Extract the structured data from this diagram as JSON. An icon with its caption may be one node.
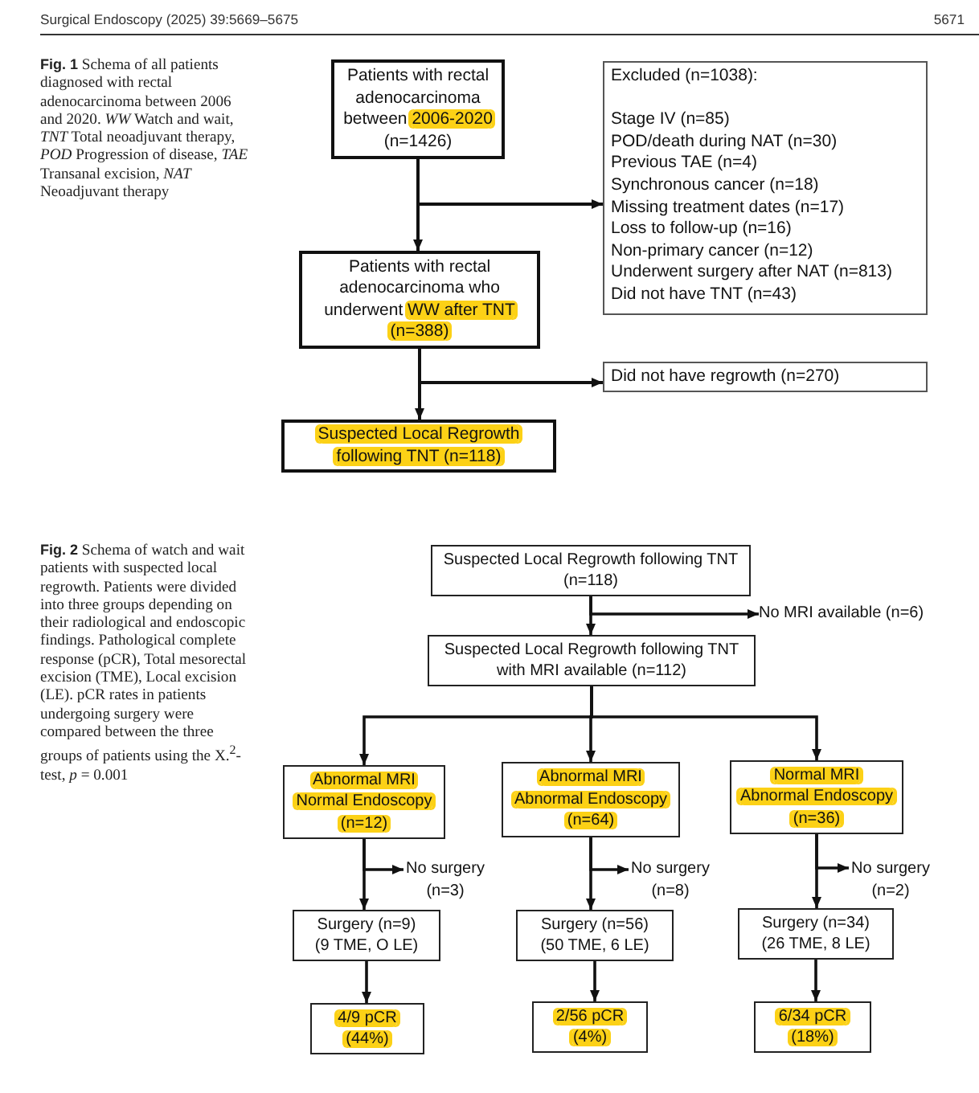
{
  "diagram": {
    "nodes": [
      {
        "text": [
          "Patients with rectal adenocarcinoma between 2006-2020 (n=1426)"
        ]
      },
      {
        "text": [
          "Excluded (n=1038):",
          "Stage IV (n=85)",
          "POD/death during NAT (n=30)",
          "Previous TAE (n=4)",
          "Synchronous cancer (n=18)",
          "Missing treatment dates (n=17)",
          "Loss to follow-up (n=16)",
          "Non-primary cancer (n=12)",
          "Underwent surgery after NAT (n=813)",
          "Did not have TNT (n=43)"
        ]
      },
      {
        "text": [
          "Patients with rectal adenocarcinoma who underwent WW after TNT (n=388)"
        ]
      },
      {
        "text": [
          "Did not have regrowth (n=270)"
        ]
      },
      {
        "text": [
          "Suspected Local Regrowth following TNT (n=118)"
        ]
      },
      {
        "text": [
          "Suspected Local Regrowth following TNT (n=118)"
        ]
      },
      {
        "text": [
          "No MRI available (n=6)"
        ]
      },
      {
        "text": [
          "Suspected Local Regrowth following TNT with MRI available (n=112)"
        ]
      },
      {
        "text": [
          "Abnormal MRI Normal Endoscopy (n=12)"
        ]
      },
      {
        "text": [
          "Abnormal MRI Abnormal Endoscopy (n=64)"
        ]
      },
      {
        "text": [
          "Normal MRI Abnormal Endoscopy (n=36)"
        ]
      },
      {
        "text": [
          "No surgery (n=3)"
        ]
      },
      {
        "text": [
          "No surgery (n=8)"
        ]
      },
      {
        "text": [
          "No surgery (n=2)"
        ]
      },
      {
        "text": [
          "Surgery (n=9) (9 TME, O LE)"
        ]
      },
      {
        "text": [
          "Surgery (n=56) (50 TME, 6 LE)"
        ]
      },
      {
        "text": [
          "Surgery (n=34) (26 TME, 8 LE)"
        ]
      },
      {
        "text": [
          "4/9 pCR (44%)"
        ]
      },
      {
        "text": [
          "2/56 pCR (4%)"
        ]
      },
      {
        "text": [
          "6/34 pCR (18%)"
        ]
      }
    ],
    "edges": [
      {
        "from": 0,
        "to": 2,
        "arrow": "to"
      },
      {
        "from": 0,
        "to": 1,
        "arrow": "to"
      },
      {
        "from": 2,
        "to": 4,
        "arrow": "to"
      },
      {
        "from": 2,
        "to": 3,
        "arrow": "to"
      },
      {
        "from": 5,
        "to": 7,
        "arrow": "to"
      },
      {
        "from": 5,
        "to": 6,
        "arrow": "to"
      },
      {
        "from": 7,
        "to": 8,
        "arrow": "to"
      },
      {
        "from": 7,
        "to": 9,
        "arrow": "to"
      },
      {
        "from": 7,
        "to": 10,
        "arrow": "to"
      },
      {
        "from": 8,
        "to": 14,
        "arrow": "to"
      },
      {
        "from": 8,
        "to": 11,
        "arrow": "to"
      },
      {
        "from": 9,
        "to": 15,
        "arrow": "to"
      },
      {
        "from": 9,
        "to": 12,
        "arrow": "to"
      },
      {
        "from": 10,
        "to": 16,
        "arrow": "to"
      },
      {
        "from": 10,
        "to": 13,
        "arrow": "to"
      },
      {
        "from": 14,
        "to": 17,
        "arrow": "to"
      },
      {
        "from": 15,
        "to": 18,
        "arrow": "to"
      },
      {
        "from": 16,
        "to": 19,
        "arrow": "to"
      }
    ],
    "labels": [
      "Surgical Endoscopy (2025) 39:5669–5675",
      "5671",
      "**Fig. 1** Schema of all patients diagnosed with rectal adenocarcinoma between 2006 and 2020. *WW* Watch and wait, *TNT* Total neoadjuvant therapy, *POD* Progression of disease, *TAE* Transanal excision, *NAT* Neoadjuvant therapy",
      "**Fig. 2** Schema of watch and wait patients with suspected local regrowth. Patients were divided into three groups depending on their radiological and endoscopic findings. Pathological complete response (pCR), Total mesorectal excision (TME), Local excision (LE). pCR rates in patients undergoing surgery were compared between the three groups of patients using the X.$^{2}$-test, *p* = 0.001"
    ]
  }
}
